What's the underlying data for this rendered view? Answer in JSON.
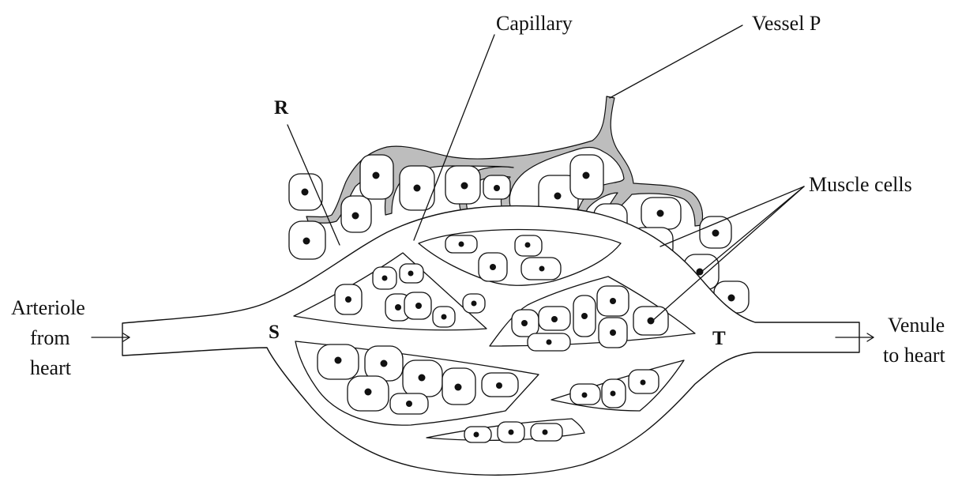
{
  "labels": {
    "capillary": "Capillary",
    "vessel_p": "Vessel P",
    "r": "R",
    "muscle_cells": "Muscle cells",
    "arteriole_line1": "Arteriole",
    "arteriole_line2": "from",
    "arteriole_line3": "heart",
    "venule_line1": "Venule",
    "venule_line2": "to heart",
    "s": "S",
    "t": "T"
  },
  "colors": {
    "stroke": "#111111",
    "vessel_p_fill": "#bdbdbd",
    "background": "#ffffff"
  }
}
